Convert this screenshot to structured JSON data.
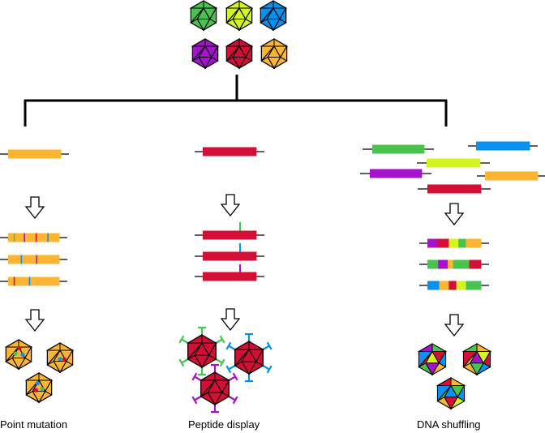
{
  "colors": {
    "green": "#49c34f",
    "lime": "#d6f520",
    "blue": "#0a91f0",
    "purple": "#a412cc",
    "red": "#d30f36",
    "orange": "#fbb532",
    "black": "#000000"
  },
  "labels": {
    "point_mutation": "Point mutation",
    "peptide_display": "Peptide display",
    "dna_shuffling": "DNA shuffling"
  },
  "icons": {
    "virus": "icosahedral-capsid-icon",
    "arrow": "down-arrow-icon"
  },
  "branches": [
    "point_mutation",
    "peptide_display",
    "dna_shuffling"
  ]
}
